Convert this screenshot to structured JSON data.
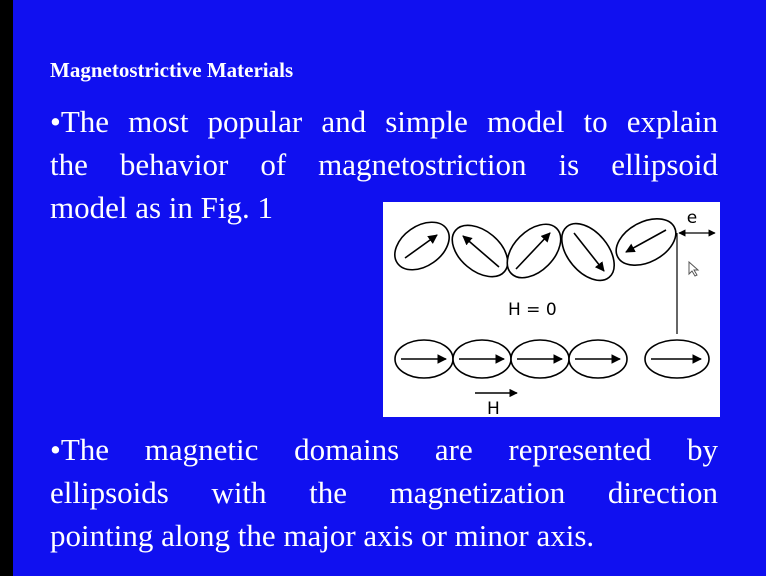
{
  "slide": {
    "title": "Magnetostrictive Materials",
    "bullet1": {
      "line1": "•The most popular and simple model to explain",
      "line2": "the behavior of magnetostriction is ellipsoid",
      "line3": "model as in Fig. 1"
    },
    "bullet2": {
      "line1": "•The magnetic domains are represented by",
      "line2": "ellipsoids with the magnetization direction",
      "line3": "pointing along the major axis or minor axis."
    }
  },
  "figure": {
    "label_e": "e",
    "label_h0": "H = 0",
    "label_h": "H"
  },
  "colors": {
    "background": "#1010f0",
    "text": "#ffffff",
    "figure_bg": "#ffffff",
    "figure_ink": "#000000"
  }
}
